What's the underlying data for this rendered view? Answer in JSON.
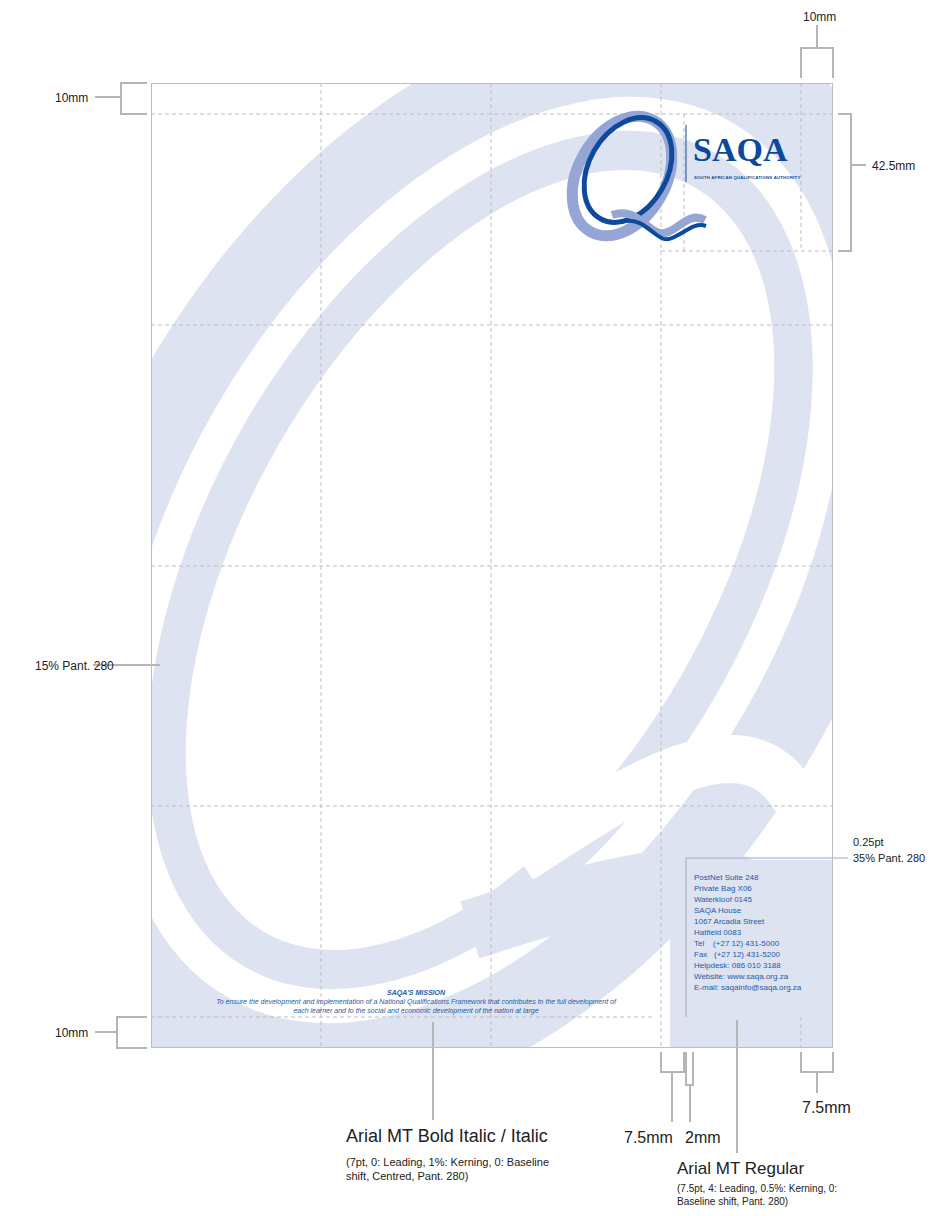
{
  "diagram": {
    "nodes": [
      {
        "text": [
          "SAQA",
          "SOUTH AFRICAN QUALIFICATIONS AUTHORITY",
          "SAQA'S MISSION",
          "To ensure the development and implementation of a National Qualifications Framework that contributes to the full development of each learner and to the social and economic development of the nation at large",
          "PostNet Suite 248",
          "Private Bag X06",
          "Waterkloof 0145",
          "SAQA House",
          "1067 Arcadia Street",
          "Hatfield 0083",
          "Tel    (+27 12) 431-5000",
          "Fax   (+27 12) 431-5200",
          "Helpdesk: 086 010 3188",
          "Website: www.saqa.org.za",
          "E-mail: saqainfo@saqa.org.za"
        ]
      }
    ],
    "labels": [
      "10mm",
      "10mm",
      "42.5mm",
      "15% Pant. 280",
      "10mm",
      "0.25pt",
      "35% Pant. 280",
      "7.5mm",
      "2mm",
      "7.5mm",
      "Arial MT Bold Italic / Italic",
      "(7pt, 0: Leading, 1%: Kerning, 0: Baseline shift, Centred, Pant. 280)",
      "Arial MT Regular",
      "(7.5pt, 4: Leading, 0.5%: Kerning, 0: Baseline shift, Pant. 280)"
    ]
  }
}
